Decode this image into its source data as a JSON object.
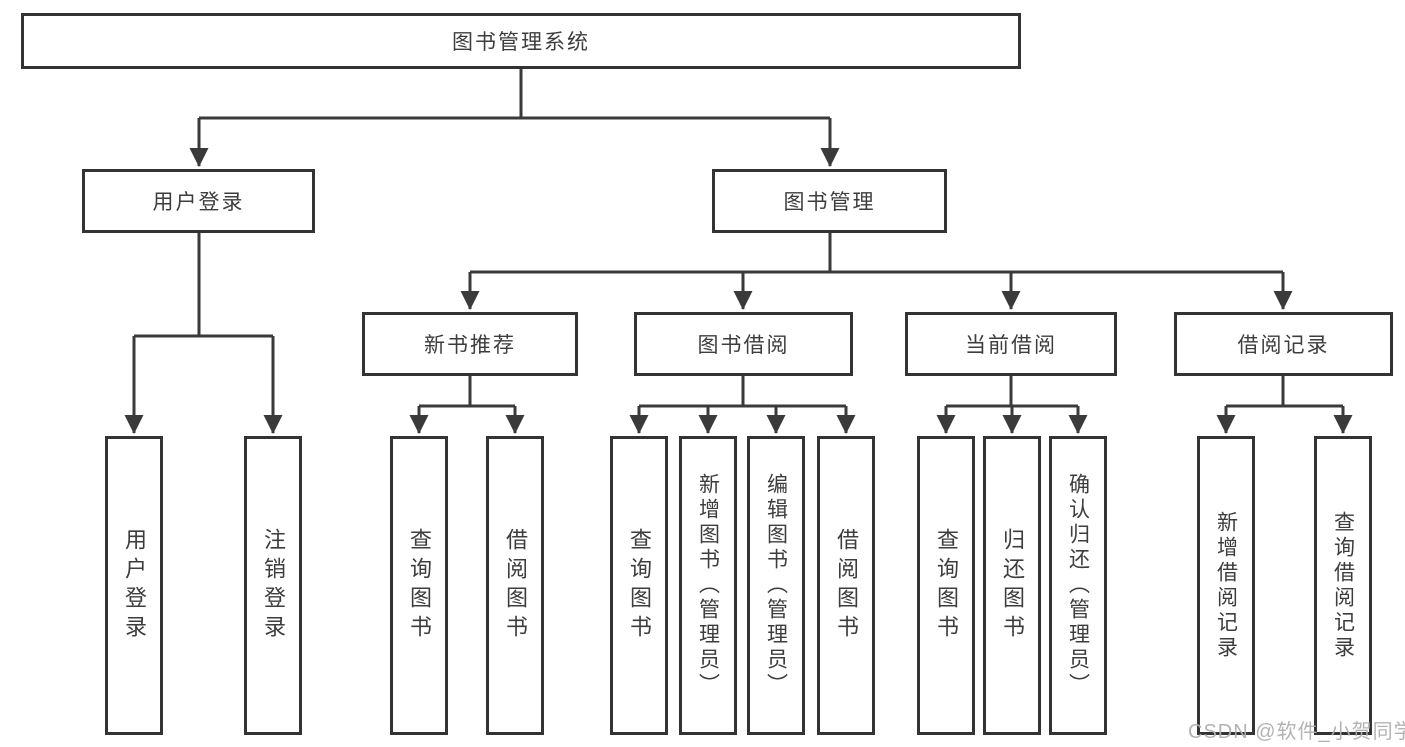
{
  "diagram": {
    "watermark": "CSDN @软件_小贺同学",
    "colors": {
      "line": "#3a3a3a",
      "box_border": "#333333",
      "text": "#3d3d3d",
      "watermark": "#afafaf",
      "background": "#ffffff"
    },
    "tree": {
      "root": {
        "label": "图书管理系统"
      },
      "children": [
        {
          "label": "用户登录",
          "children": [
            {
              "label": "用户登录"
            },
            {
              "label": "注销登录"
            }
          ]
        },
        {
          "label": "图书管理",
          "children": [
            {
              "label": "新书推荐",
              "children": [
                {
                  "label": "查询图书"
                },
                {
                  "label": "借阅图书"
                }
              ]
            },
            {
              "label": "图书借阅",
              "children": [
                {
                  "label": "查询图书"
                },
                {
                  "label": "新增图书（管理员）"
                },
                {
                  "label": "编辑图书（管理员）"
                },
                {
                  "label": "借阅图书"
                }
              ]
            },
            {
              "label": "当前借阅",
              "children": [
                {
                  "label": "查询图书"
                },
                {
                  "label": "归还图书"
                },
                {
                  "label": "确认归还（管理员）"
                }
              ]
            },
            {
              "label": "借阅记录",
              "children": [
                {
                  "label": "新增借阅记录"
                },
                {
                  "label": "查询借阅记录"
                }
              ]
            }
          ]
        }
      ]
    }
  }
}
